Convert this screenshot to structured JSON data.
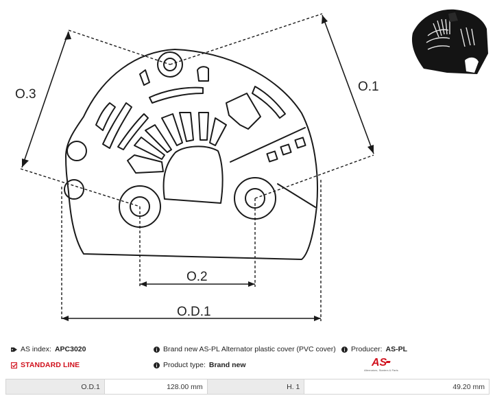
{
  "drawing": {
    "labels": {
      "o3": "O.3",
      "o1": "O.1",
      "o2": "O.2",
      "od1": "O.D.1"
    },
    "colors": {
      "line": "#1a1a1a"
    }
  },
  "thumbnail": {
    "alt_icon": "product-photo",
    "color": "#111111"
  },
  "info": {
    "as_index_label": "AS index:",
    "as_index_value": "APC3020",
    "description": "Brand new AS-PL Alternator plastic cover (PVC cover)",
    "producer_label": "Producer:",
    "producer_value": "AS-PL",
    "standard_line": "STANDARD LINE",
    "product_type_label": "Product type:",
    "product_type_value": "Brand new"
  },
  "logo": {
    "text": "AS",
    "tagline": "Alternators, Starters & Parts",
    "color": "#d0101c"
  },
  "specs": [
    {
      "label": "O.D.1",
      "value": "128.00 mm"
    },
    {
      "label": "H. 1",
      "value": "49.20 mm"
    }
  ]
}
